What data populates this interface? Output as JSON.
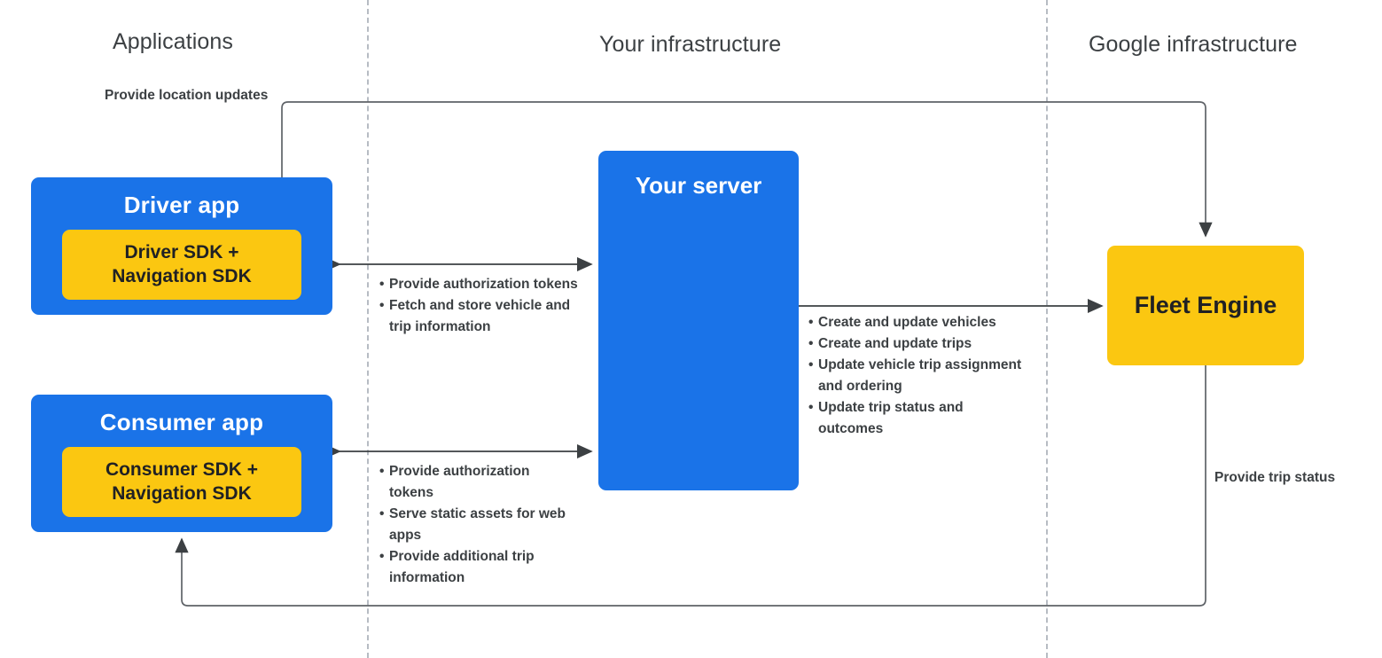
{
  "zones": [
    {
      "id": "applications",
      "label": "Applications"
    },
    {
      "id": "your-infrastructure",
      "label": "Your infrastructure"
    },
    {
      "id": "google-infrastructure",
      "label": "Google infrastructure"
    }
  ],
  "nodes": {
    "driver_app": {
      "title": "Driver app",
      "sdk": "Driver SDK +\nNavigation SDK"
    },
    "consumer_app": {
      "title": "Consumer app",
      "sdk": "Consumer SDK +\nNavigation SDK"
    },
    "your_server": {
      "title": "Your server"
    },
    "fleet_engine": {
      "title": "Fleet Engine"
    }
  },
  "edges": {
    "location_updates": {
      "label": "Provide location updates"
    },
    "trip_status": {
      "label": "Provide trip status"
    },
    "driver_to_server": {
      "items": [
        "Provide authorization tokens",
        "Fetch and store vehicle and trip information"
      ]
    },
    "consumer_to_server": {
      "items": [
        "Provide authorization tokens",
        "Serve static assets for web apps",
        "Provide additional trip information"
      ]
    },
    "server_to_fleet_engine": {
      "items": [
        "Create and update vehicles",
        "Create and update trips",
        "Update vehicle trip assignment and ordering",
        "Update trip status and outcomes"
      ]
    }
  },
  "colors": {
    "app_blue": "#1a73e8",
    "sdk_yellow": "#fbc711",
    "divider": "#b7bcc3",
    "wire": "#3c4043",
    "text": "#3c4043"
  }
}
